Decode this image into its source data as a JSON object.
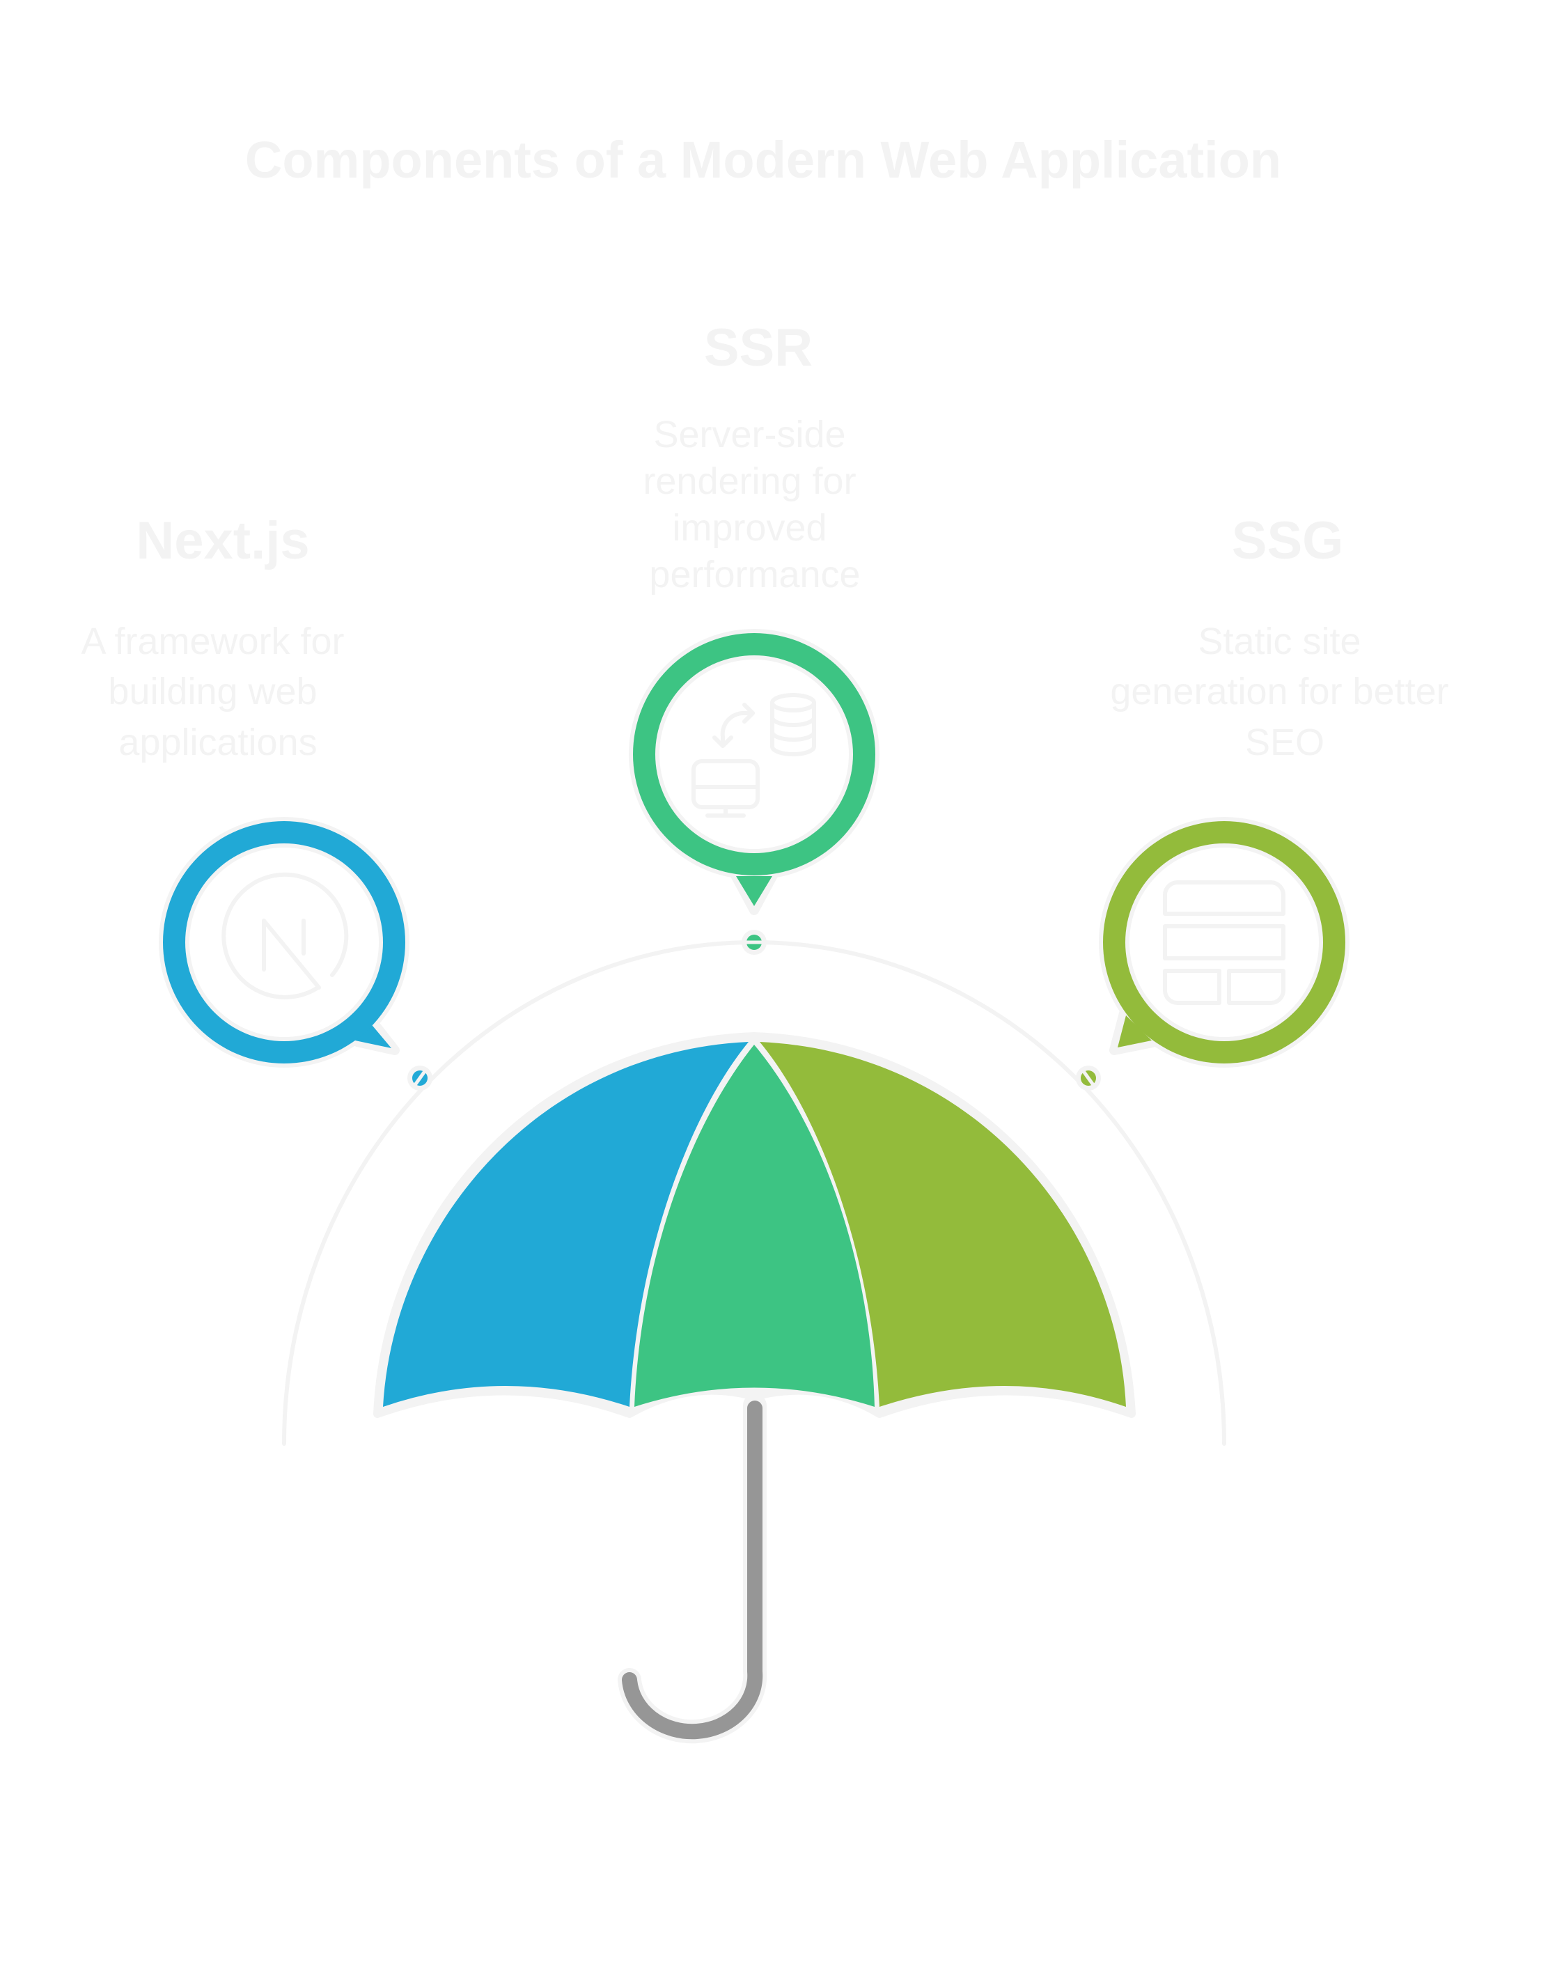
{
  "title": "Components of a Modern Web Application",
  "colors": {
    "text": "#F3F3F3",
    "outline": "#F3F3F3",
    "handle": "#969696",
    "nextjs": "#21A9D6",
    "ssr": "#3DC483",
    "ssg": "#93BB3B"
  },
  "items": [
    {
      "key": "nextjs",
      "heading": "Next.js",
      "description_lines": [
        "A framework for",
        "building web",
        "applications"
      ],
      "icon": "nextjs-logo-icon"
    },
    {
      "key": "ssr",
      "heading": "SSR",
      "description_lines": [
        "Server-side",
        "rendering for",
        "improved",
        "performance"
      ],
      "icon": "server-database-sync-icon"
    },
    {
      "key": "ssg",
      "heading": "SSG",
      "description_lines": [
        "Static site",
        "generation for better",
        "SEO"
      ],
      "icon": "page-layout-icon"
    }
  ]
}
